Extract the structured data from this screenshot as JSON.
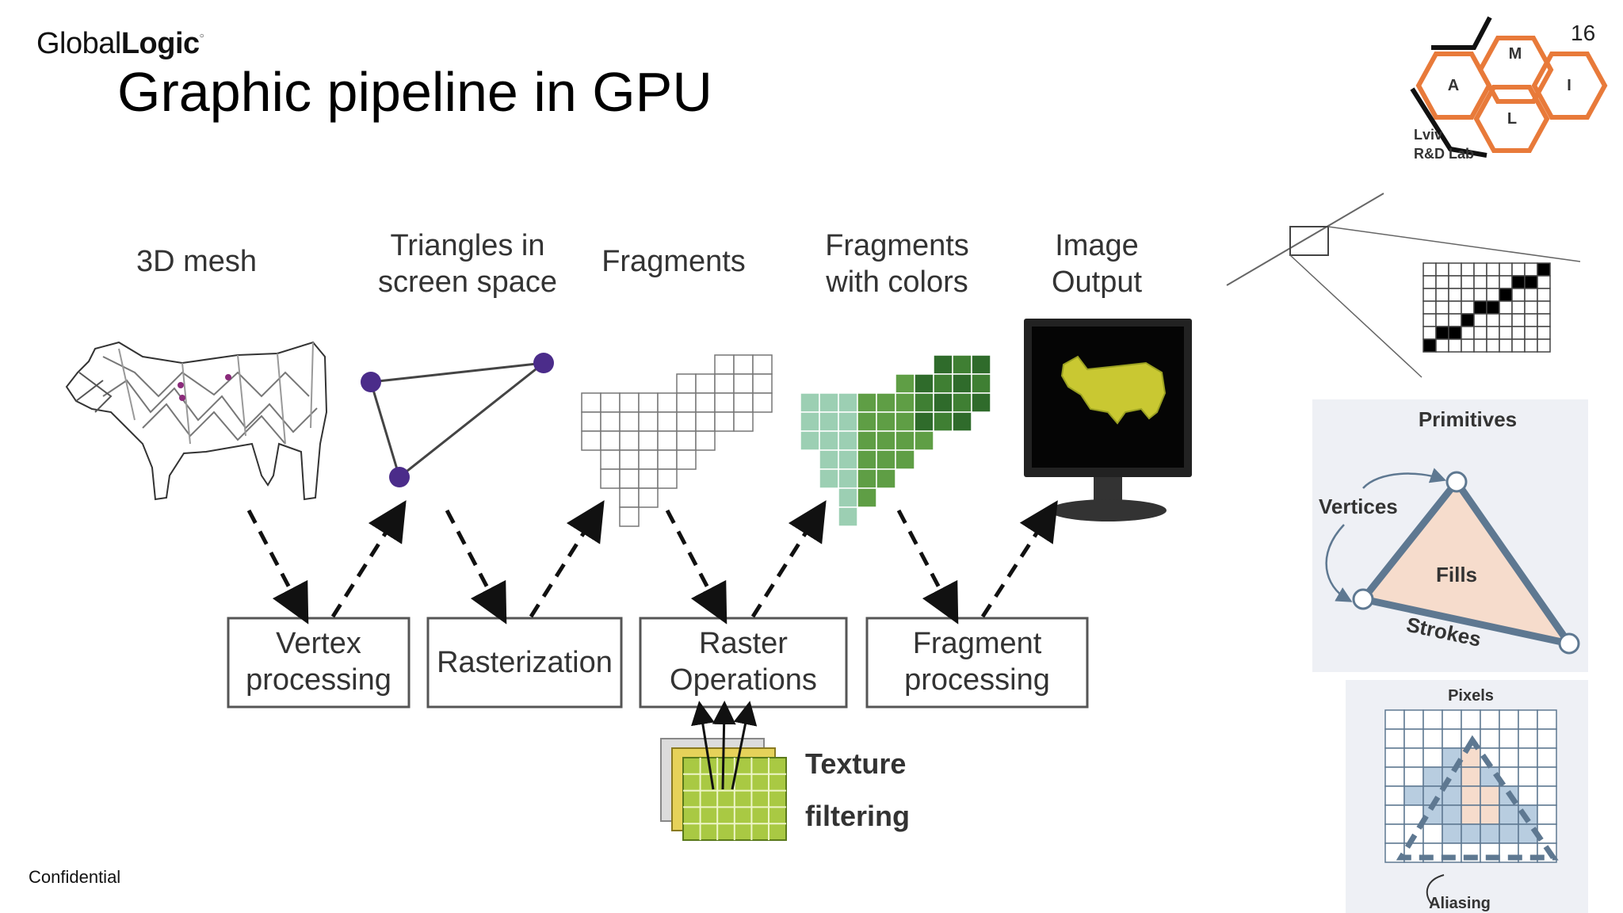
{
  "header": {
    "logo_light": "Global",
    "logo_bold": "Logic",
    "title": "Graphic pipeline in GPU",
    "page_number": "16"
  },
  "footer": {
    "confidential": "Confidential"
  },
  "lab_logo": {
    "letters": [
      "M",
      "A",
      "I",
      "L"
    ],
    "line1": "Lviv",
    "line2": "R&D Lab",
    "accent": "#e87a3a"
  },
  "pipeline": {
    "stages": [
      {
        "line1": "3D mesh",
        "line2": ""
      },
      {
        "line1": "Triangles in",
        "line2": "screen space"
      },
      {
        "line1": "Fragments",
        "line2": ""
      },
      {
        "line1": "Fragments",
        "line2": "with colors"
      },
      {
        "line1": "Image",
        "line2": "Output"
      }
    ],
    "processes": [
      {
        "line1": "Vertex",
        "line2": "processing"
      },
      {
        "line1": "Rasterization",
        "line2": ""
      },
      {
        "line1": "Raster",
        "line2": "Operations"
      },
      {
        "line1": "Fragment",
        "line2": "processing"
      }
    ],
    "texture": {
      "line1": "Texture",
      "line2": "filtering"
    }
  },
  "primitives_panel": {
    "title": "Primitives",
    "vertices": "Vertices",
    "fills": "Fills",
    "strokes": "Strokes"
  },
  "pixels_panel": {
    "title": "Pixels",
    "aliasing": "Aliasing"
  },
  "colors": {
    "green_dark": "#2f6b2b",
    "green_mid": "#5f9e45",
    "teal_light": "#9ccfb3",
    "vertex_purple": "#4b2c8a",
    "primitive_stroke": "#5e7891",
    "fill_pink": "#f6dccc",
    "pixel_blue": "#b8cde0"
  }
}
